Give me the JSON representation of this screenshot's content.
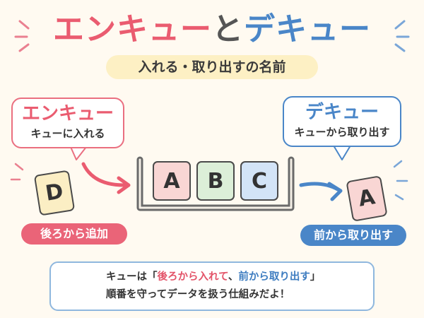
{
  "title": {
    "enqueue": "エンキュー",
    "connector": "と",
    "dequeue": "デキュー"
  },
  "subtitle": "入れる・取り出すの名前",
  "enqueue_bubble": {
    "heading": "エンキュー",
    "text": "キューに入れる"
  },
  "dequeue_bubble": {
    "heading": "デキュー",
    "text": "キューから取り出す"
  },
  "incoming_card": "D",
  "queue_cards": [
    "A",
    "B",
    "C"
  ],
  "outgoing_card": "A",
  "enqueue_label": "後ろから追加",
  "dequeue_label": "前から取り出す",
  "note": {
    "line1_prefix": "キューは「",
    "line1_red": "後ろから入れて",
    "line1_comma": "、",
    "line1_blue": "前から取り出す",
    "line1_suffix": "」",
    "line2": "順番を守ってデータを扱う仕組みだよ！"
  },
  "colors": {
    "enqueue": "#ea5c70",
    "dequeue": "#4a86c8",
    "card_yellow": "#fbeec4",
    "card_pink": "#f9d6d4",
    "card_green": "#dcefd8",
    "card_blue": "#d3e4f7"
  }
}
